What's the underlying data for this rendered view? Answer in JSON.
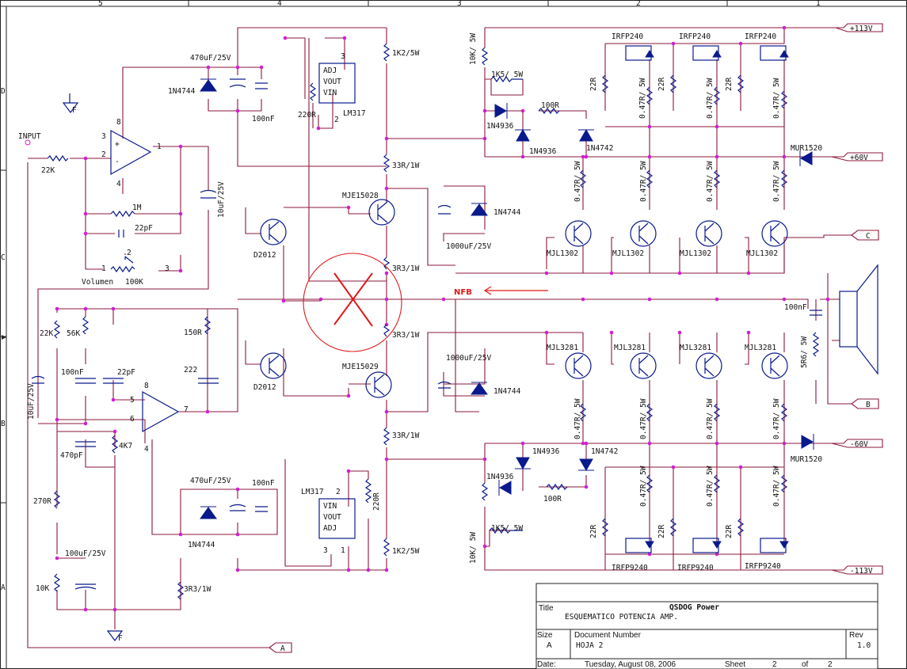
{
  "border": {
    "cols": [
      "5",
      "4",
      "3",
      "2",
      "1"
    ],
    "rows": [
      "D",
      "C",
      "B",
      "A"
    ]
  },
  "nets": {
    "input": "INPUT",
    "nfb": "NFB",
    "p113": "+113V",
    "p60": "+60V",
    "n60": "-60V",
    "n113": "-113V",
    "c": "C",
    "b": "B",
    "a": "A",
    "f1": "F",
    "f2": "F"
  },
  "labels": {
    "r22k": "22K",
    "c470u_top": "470uF/25V",
    "d1n4744_t": "1N4744",
    "c100n_t": "100nF",
    "adj_t": "ADJ",
    "vout_t": "VOUT",
    "vin_t": "VIN",
    "lm317_t": "LM317",
    "r220_t": "220R",
    "p3_t": "3",
    "p2_t": "2",
    "r1k2_t": "1K2/5W",
    "r33_t": "33R/1W",
    "mje15028": "MJE15028",
    "d2012_t": "D2012",
    "r3r3_t": "3R3/1W",
    "r3r3_b": "3R3/1W",
    "mje15029": "MJE15029",
    "d2012_b": "D2012",
    "r33_b": "33R/1W",
    "r1k2_b": "1K2/5W",
    "c10u": "10uF/25V",
    "r1m": "1M",
    "c22p_t": "22pF",
    "volumen": "Volumen",
    "r100k": "100K",
    "p1": "1",
    "p2": "2",
    "p3": "3",
    "p8": "8",
    "p4": "4",
    "p5": "5",
    "p6": "6",
    "p7": "7",
    "p8b": "8",
    "p4b": "4",
    "r22k_l": "22K",
    "r56k": "56K",
    "c100n_l": "100nF",
    "c22p_b": "22pF",
    "c10u_l": "10uF/25V",
    "r150": "150R",
    "c222": "222",
    "c470p": "470pF",
    "r4k7": "4K7",
    "r270": "270R",
    "c100u": "100uF/25V",
    "r10k": "10K",
    "r3r3_l": "3R3/1W",
    "c470u_bot": "470uF/25V",
    "d1n4744_b": "1N4744",
    "c100n_b": "100nF",
    "lm317_b": "LM317",
    "vin_b": "VIN",
    "vout_b": "VOUT",
    "adj_b": "ADJ",
    "r220_b": "220R",
    "pb2": "2",
    "pb3": "3",
    "pb1": "1",
    "r10k5_t": "10K/ 5W",
    "r1k5_t": "1K5/ 5W",
    "d1n4936_a": "1N4936",
    "d1n4936_b": "1N4936",
    "r100_t": "100R",
    "d1n4742_t": "1N4742",
    "c1000_t": "1000uF/25V",
    "d1n4744_r1": "1N4744",
    "c1000_b": "1000uF/25V",
    "d1n4744_r2": "1N4744",
    "d1n4936_c": "1N4936",
    "d1n4936_d": "1N4936",
    "r100_b": "100R",
    "d1n4742_b": "1N4742",
    "r1k5_b": "1K5/ 5W",
    "r10k5_b": "10K/ 5W",
    "irfp240": "IRFP240",
    "irfp9240": "IRFP9240",
    "r22": "22R",
    "r047": "0.47R/ 5W",
    "mjl1302": "MJL1302",
    "mjl3281": "MJL3281",
    "mur1520": "MUR1520",
    "c100n_o": "100nF",
    "r5r6": "5R6/ 5W"
  },
  "title_block": {
    "title_label": "Title",
    "title_line1": "QSDOG Power",
    "title_line2": "ESQUEMATICO POTENCIA  AMP.",
    "size_label": "Size",
    "size": "A",
    "docnum_label": "Document Number",
    "docnum": "HOJA 2",
    "rev_label": "Rev",
    "rev": "1.0",
    "date_label": "Date:",
    "date": "Tuesday, August 08, 2006",
    "sheet_label": "Sheet",
    "sheet": "2",
    "of_label": "of",
    "of": "2"
  },
  "colors": {
    "wire": "#8b1a3a",
    "component": "#0a1a8c",
    "junction": "#d01fd0",
    "annotation": "#e01818"
  }
}
